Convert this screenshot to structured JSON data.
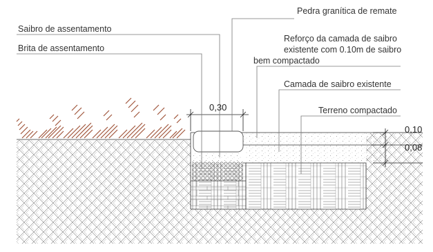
{
  "labels": {
    "pedra": "Pedra granítica de remate",
    "saibro_assentamento": "Saibro de assentamento",
    "brita_assentamento": "Brita de assentamento",
    "reforco_1": "Reforço da camada de saibro",
    "reforco_2": "existente com 0.10m de saibro",
    "reforco_3": "bem compactado",
    "camada_existente": "Camada de saibro existente",
    "terreno": "Terreno compactado"
  },
  "dimensions": {
    "width_kerb": "0,30",
    "thickness_top": "0,10",
    "thickness_bottom": "0,08"
  },
  "colors": {
    "grass": "#a0553a",
    "hatch": "#8a8a8a",
    "line": "#333333"
  }
}
